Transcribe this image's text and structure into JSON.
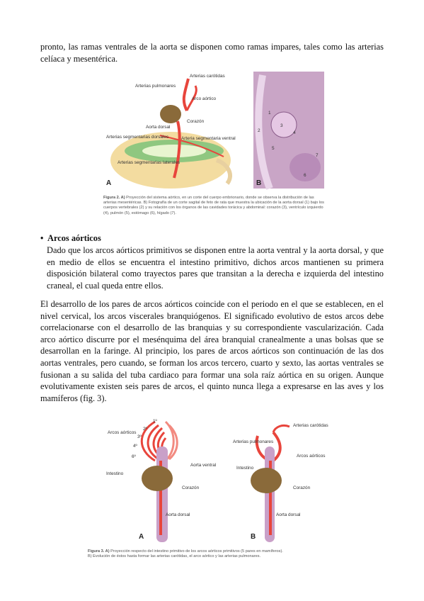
{
  "para_top": "pronto, las ramas ventrales de la aorta se disponen como ramas impares, tales como las arterias celíaca y mesentérica.",
  "fig2": {
    "labels": {
      "carotidas": "Arterias carótidas",
      "pulmonares": "Arterias pulmonares",
      "arco": "Arco aórtico",
      "aorta_dorsal": "Aorta dorsal",
      "corazon": "Corazón",
      "segmentarias_dorsales": "Arterias segmentarias dorsales",
      "segmentaria_ventral": "Arteria segmentaria ventral",
      "segmentarias_laterales": "Arterias segmentarias laterales"
    },
    "panel_a": "A",
    "panel_b": "B",
    "nums": [
      "1",
      "2",
      "3",
      "4",
      "5",
      "6",
      "7"
    ],
    "caption_bold": "Figura 2. A)",
    "caption": "Proyección del sistema aórtico, en un corte del cuerpo embrionario, donde se observa la distribución de las arterias mesentéricas. B) Fotografía de un corte sagital de feto de rata que muestra la ubicación de la aorta dorsal (1) bajo los cuerpos vertebrales (2) y su relación con los órganos de las cavidades torácica y abdominal: corazón (3), ventrículo izquierdo (4), pulmón (5), estómago (6), hígado (7)."
  },
  "section_title": "Arcos aórticos",
  "para_bullet": "Dado que los arcos aórticos primitivos se disponen entre la aorta ventral y la aorta dorsal, y que en medio de ellos se encuentra el intestino primitivo, dichos arcos mantienen su primera disposición bilateral como trayectos pares que transitan a la derecha e izquierda del intestino craneal, el cual queda entre ellos.",
  "para_main": "El desarrollo de los pares de arcos aórticos coincide con el periodo en el que se establecen, en el nivel cervical, los arcos viscerales branquiógenos. El significado evolutivo de estos arcos debe correlacionarse con el desarrollo de las branquias y su correspondiente vascularización. Cada arco aórtico discurre por el mesénquima del área branquial cranealmente a unas bolsas que se desarrollan en la faringe. Al principio, los pares de arcos aórticos son continuación de las dos aortas ventrales, pero cuando, se forman los arcos tercero, cuarto y sexto, las aortas ventrales se fusionan a su salida del tuba cardiaco para formar una sola raíz aórtica en su origen. Aunque evolutivamente existen seis pares de arcos, el quinto nunca llega a expresarse en las aves y los mamíferos (fig. 3).",
  "fig3": {
    "a_labels": {
      "arcos": "Arcos aórticos",
      "n1": "1º",
      "n2": "2º",
      "n3": "3º",
      "n4": "4º",
      "n6": "6º",
      "intestino": "Intestino",
      "aorta_ventral": "Aorta ventral",
      "corazon": "Corazón",
      "aorta_dorsal": "Aorta dorsal"
    },
    "b_labels": {
      "carotidas": "Arterias carótidas",
      "pulmonares": "Arterias pulmonares",
      "arcos": "Arcos aórticos",
      "intestino": "Intestino",
      "corazon": "Corazón",
      "aorta_dorsal": "Aorta dorsal"
    },
    "panel_a": "A",
    "panel_b": "B",
    "caption_bold": "Figura 3. A)",
    "caption_line1": "Proyección respecto del intestino primitivo de los arcos aórticos primitivos (5 pares en mamíferos).",
    "caption_line2": "B) Evolución de éstos hasta formar las arterias carótidas, el arco aórtico y las arterias pulmonares."
  },
  "colors": {
    "artery": "#e8453c",
    "heart": "#8a6a3a",
    "gut": "#c9a0c8",
    "yolk": "#f3dca0",
    "tissue": "#c9a5c6"
  }
}
